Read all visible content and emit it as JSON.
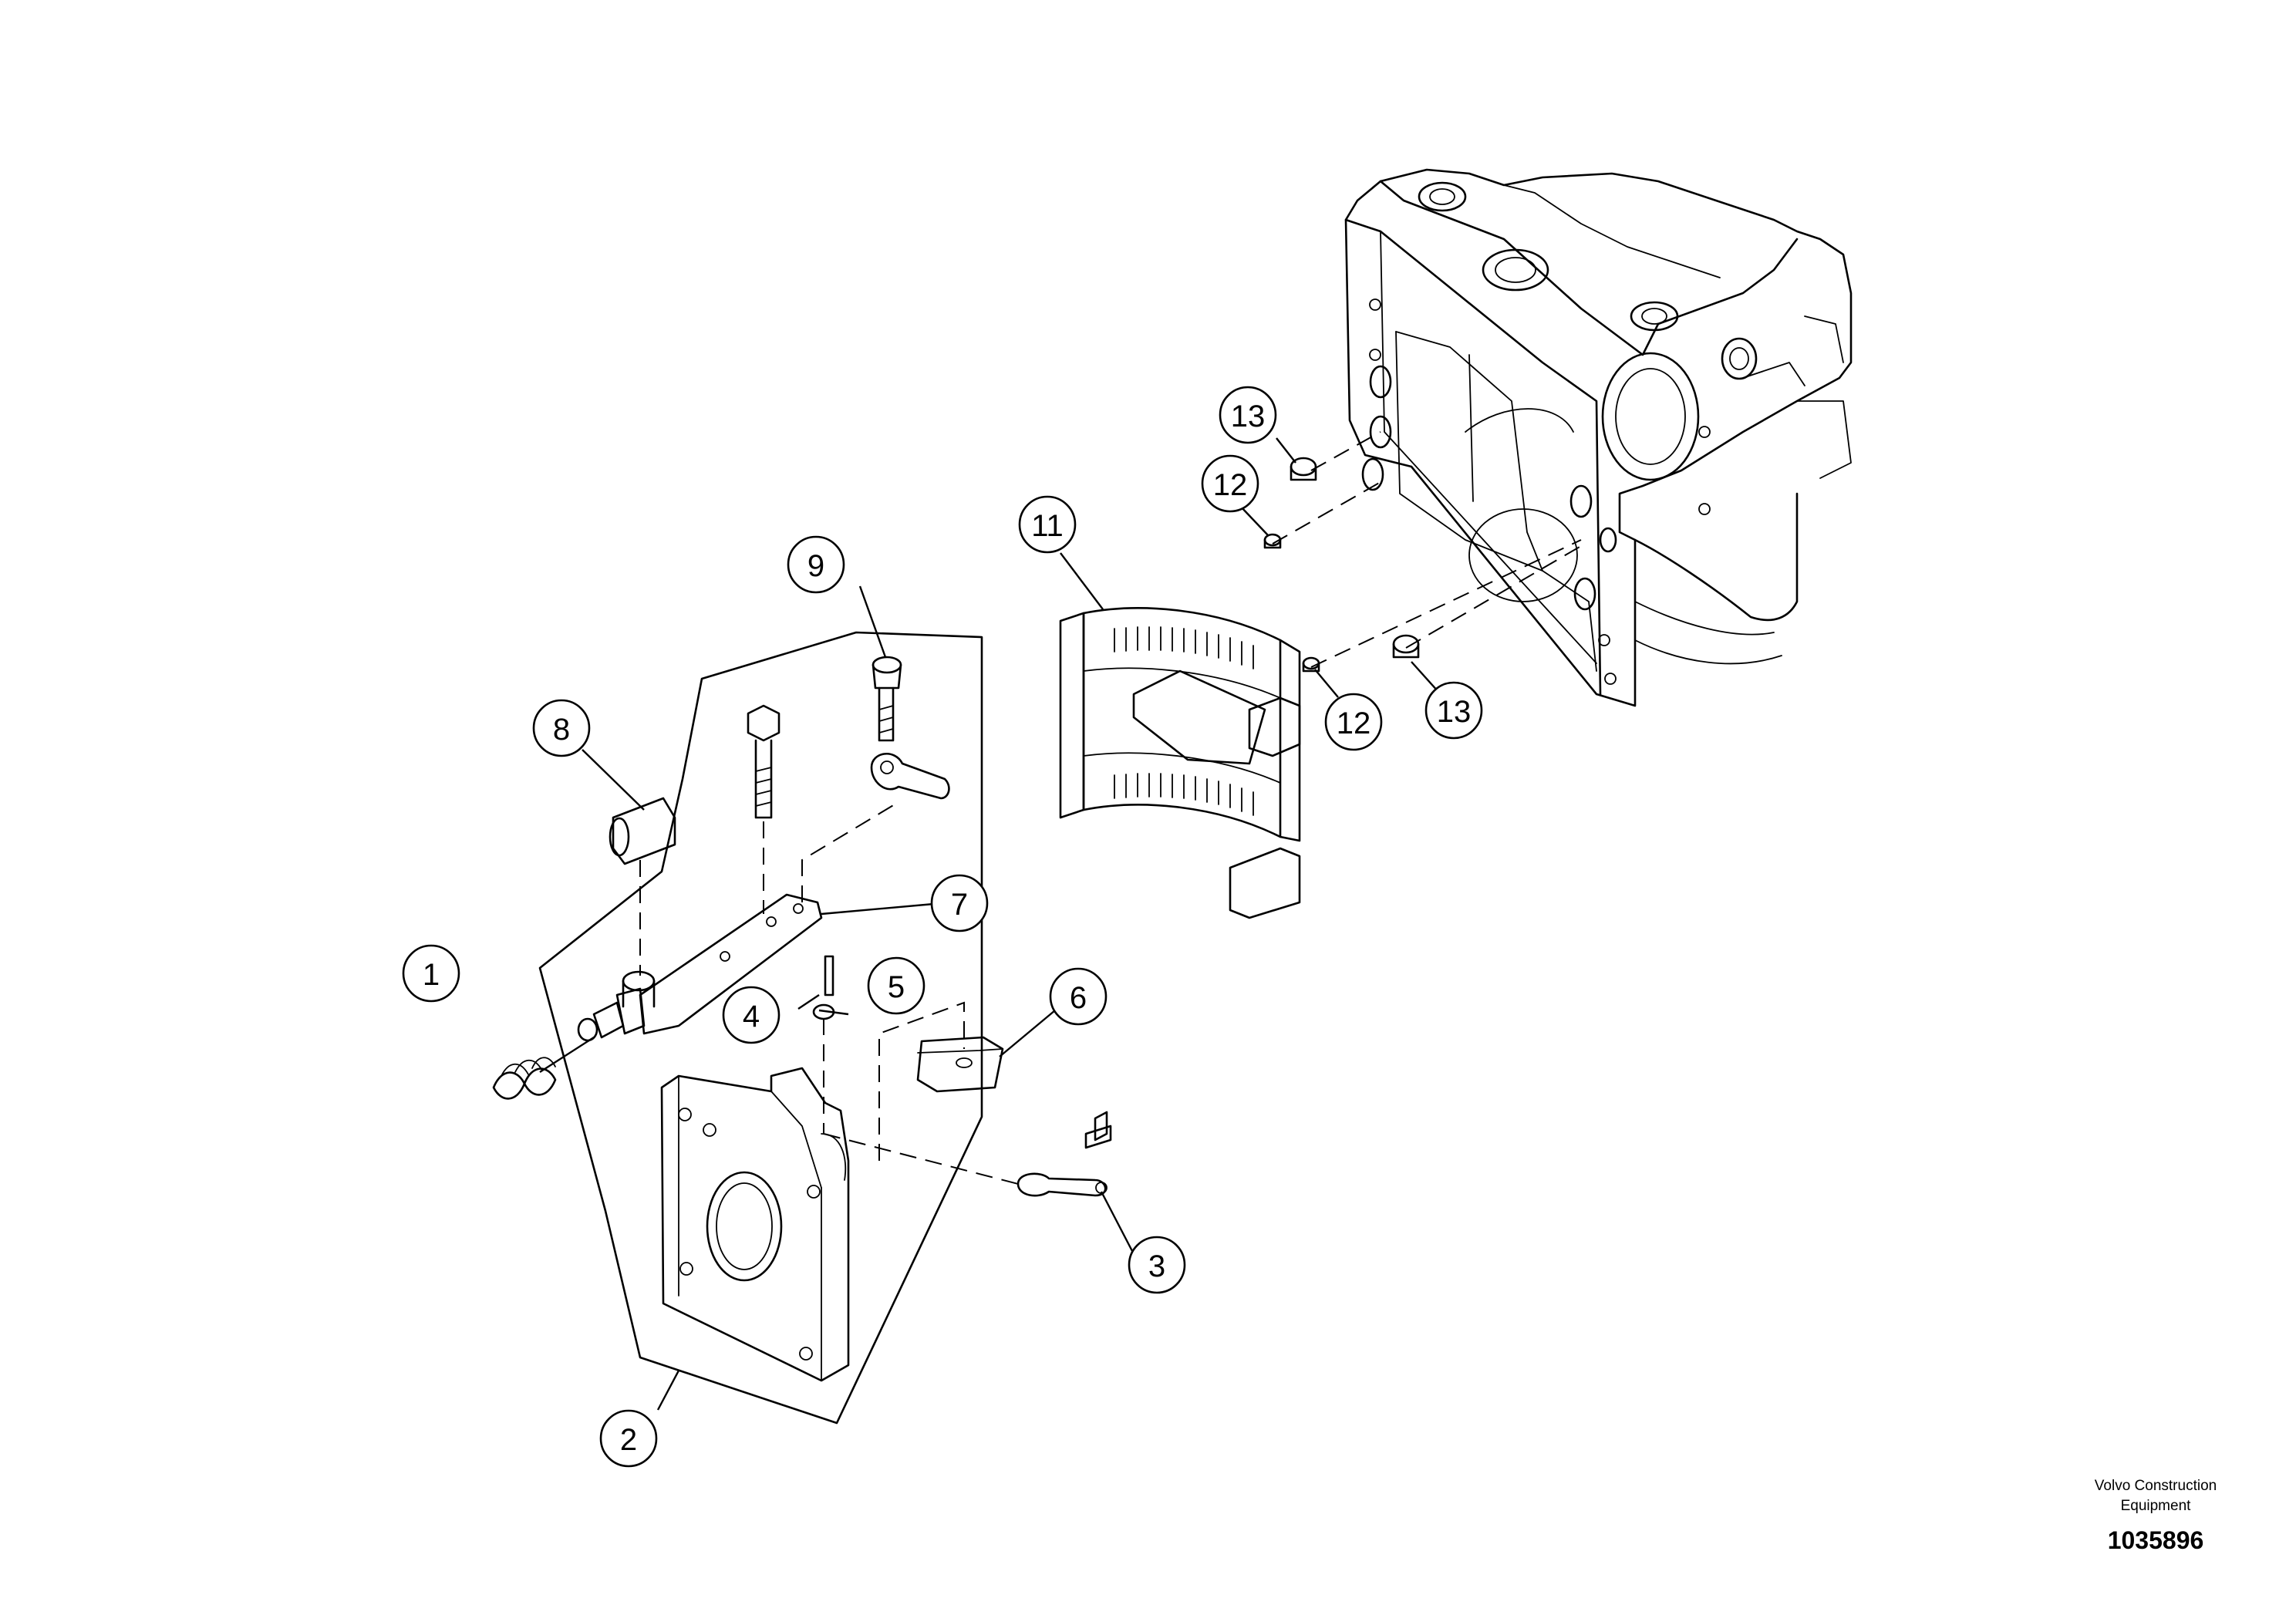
{
  "callouts": [
    "1",
    "2",
    "3",
    "4",
    "5",
    "6",
    "7",
    "8",
    "9",
    "11",
    "12",
    "12",
    "13",
    "13"
  ],
  "footer": {
    "company_line1": "Volvo Construction",
    "company_line2": "Equipment",
    "drawing_number": "1035896"
  }
}
